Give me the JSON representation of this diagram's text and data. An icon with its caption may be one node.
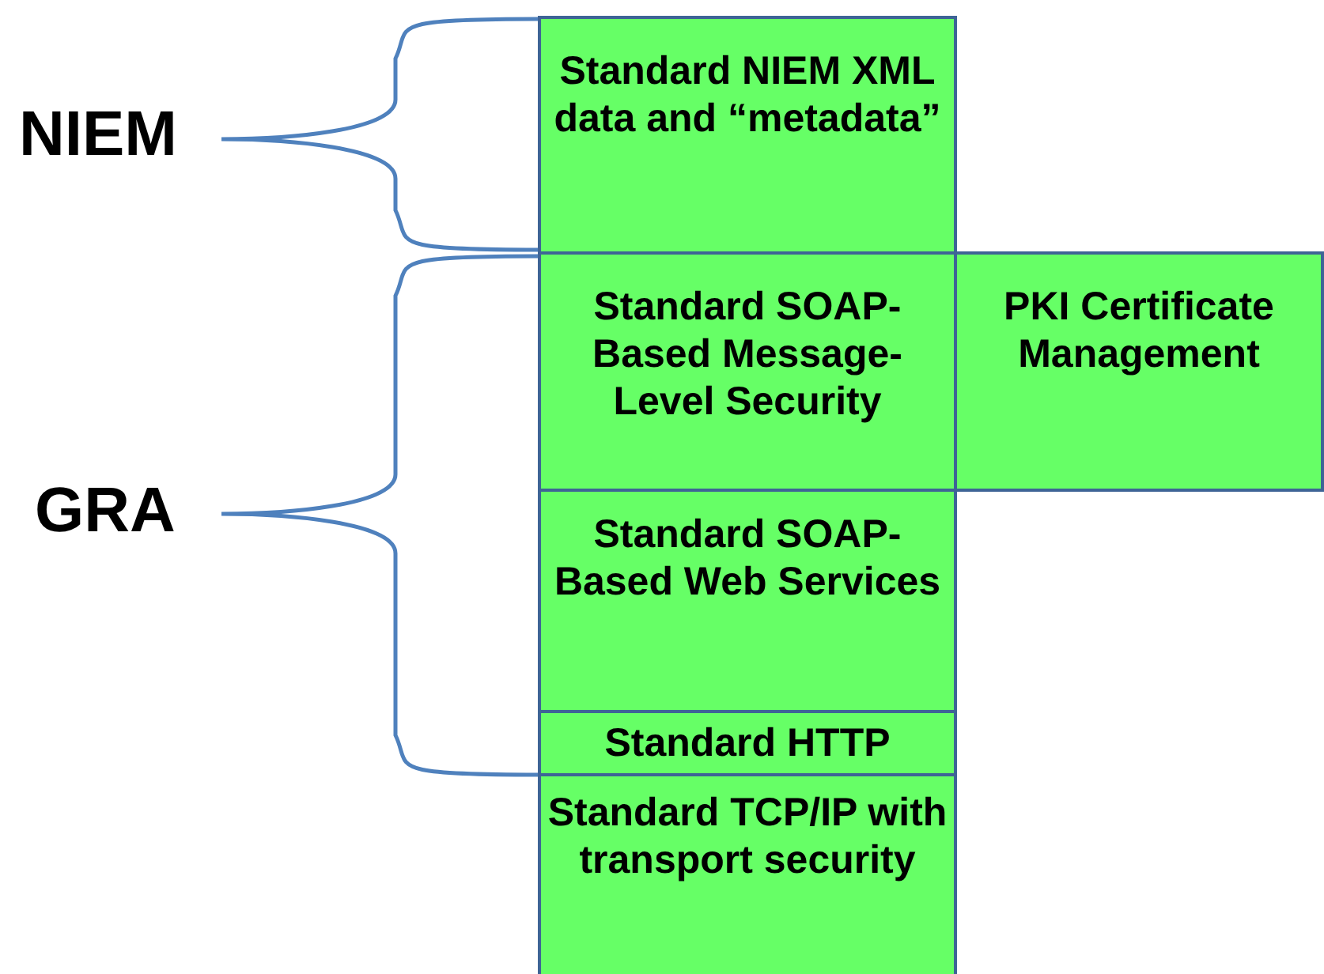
{
  "diagram": {
    "nodes": [
      {
        "text": [
          "Standard NIEM XML data and “metadata”"
        ]
      },
      {
        "text": [
          "Standard SOAP-Based Message-Level Security"
        ]
      },
      {
        "text": [
          "PKI Certificate Management"
        ]
      },
      {
        "text": [
          "Standard SOAP-Based Web Services"
        ]
      },
      {
        "text": [
          "Standard HTTP"
        ]
      },
      {
        "text": [
          "Standard TCP/IP with transport security"
        ]
      }
    ],
    "labels": [
      "NIEM",
      "GRA"
    ]
  }
}
